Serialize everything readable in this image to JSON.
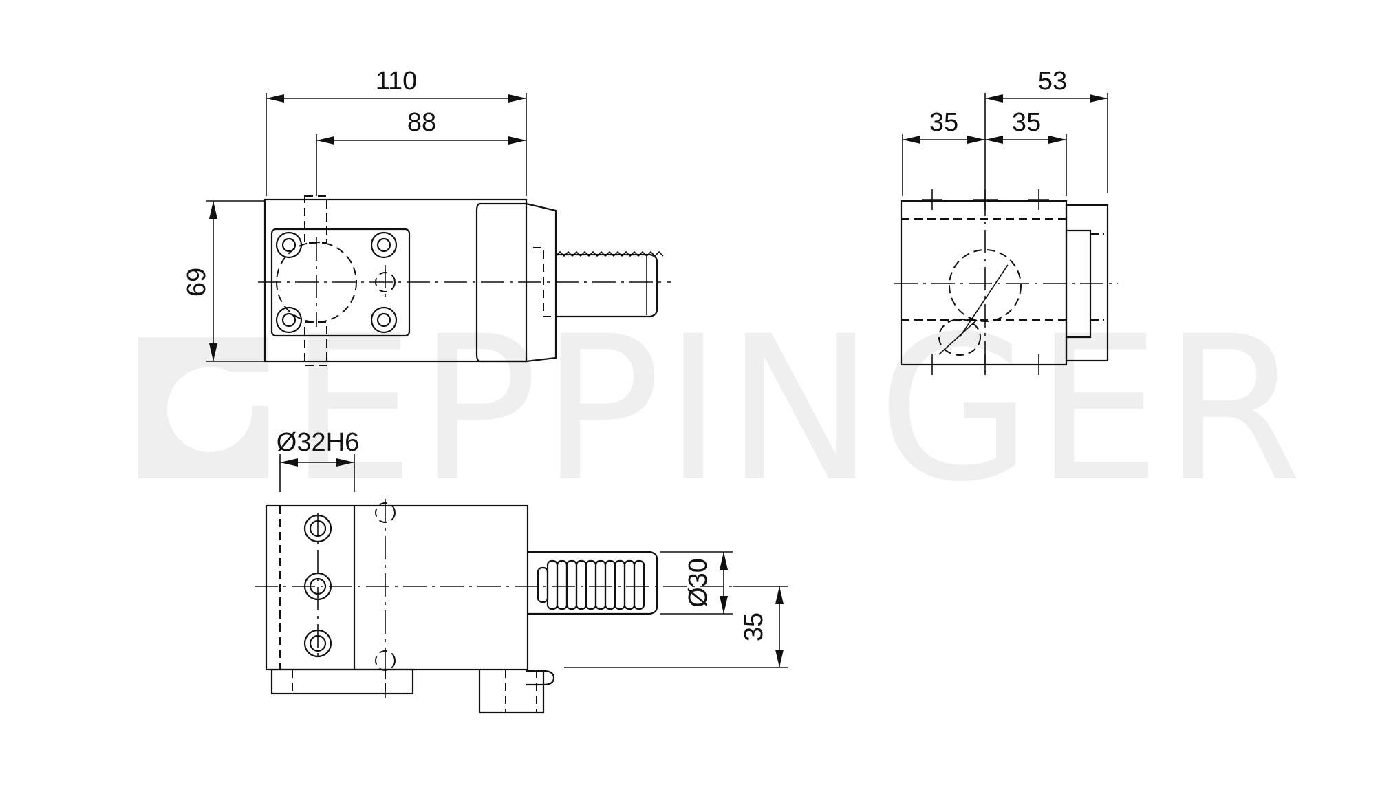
{
  "watermark": {
    "text": "EPPINGER",
    "color": "#efefef"
  },
  "dimensions": {
    "top_overall_length": "110",
    "top_hole_to_end": "88",
    "top_height": "69",
    "side_overall_width": "53",
    "side_left_spacing": "35",
    "side_right_spacing": "35",
    "bottom_bore": "Ø32H6",
    "bottom_shank_diameter": "Ø30",
    "bottom_center_height": "35"
  }
}
